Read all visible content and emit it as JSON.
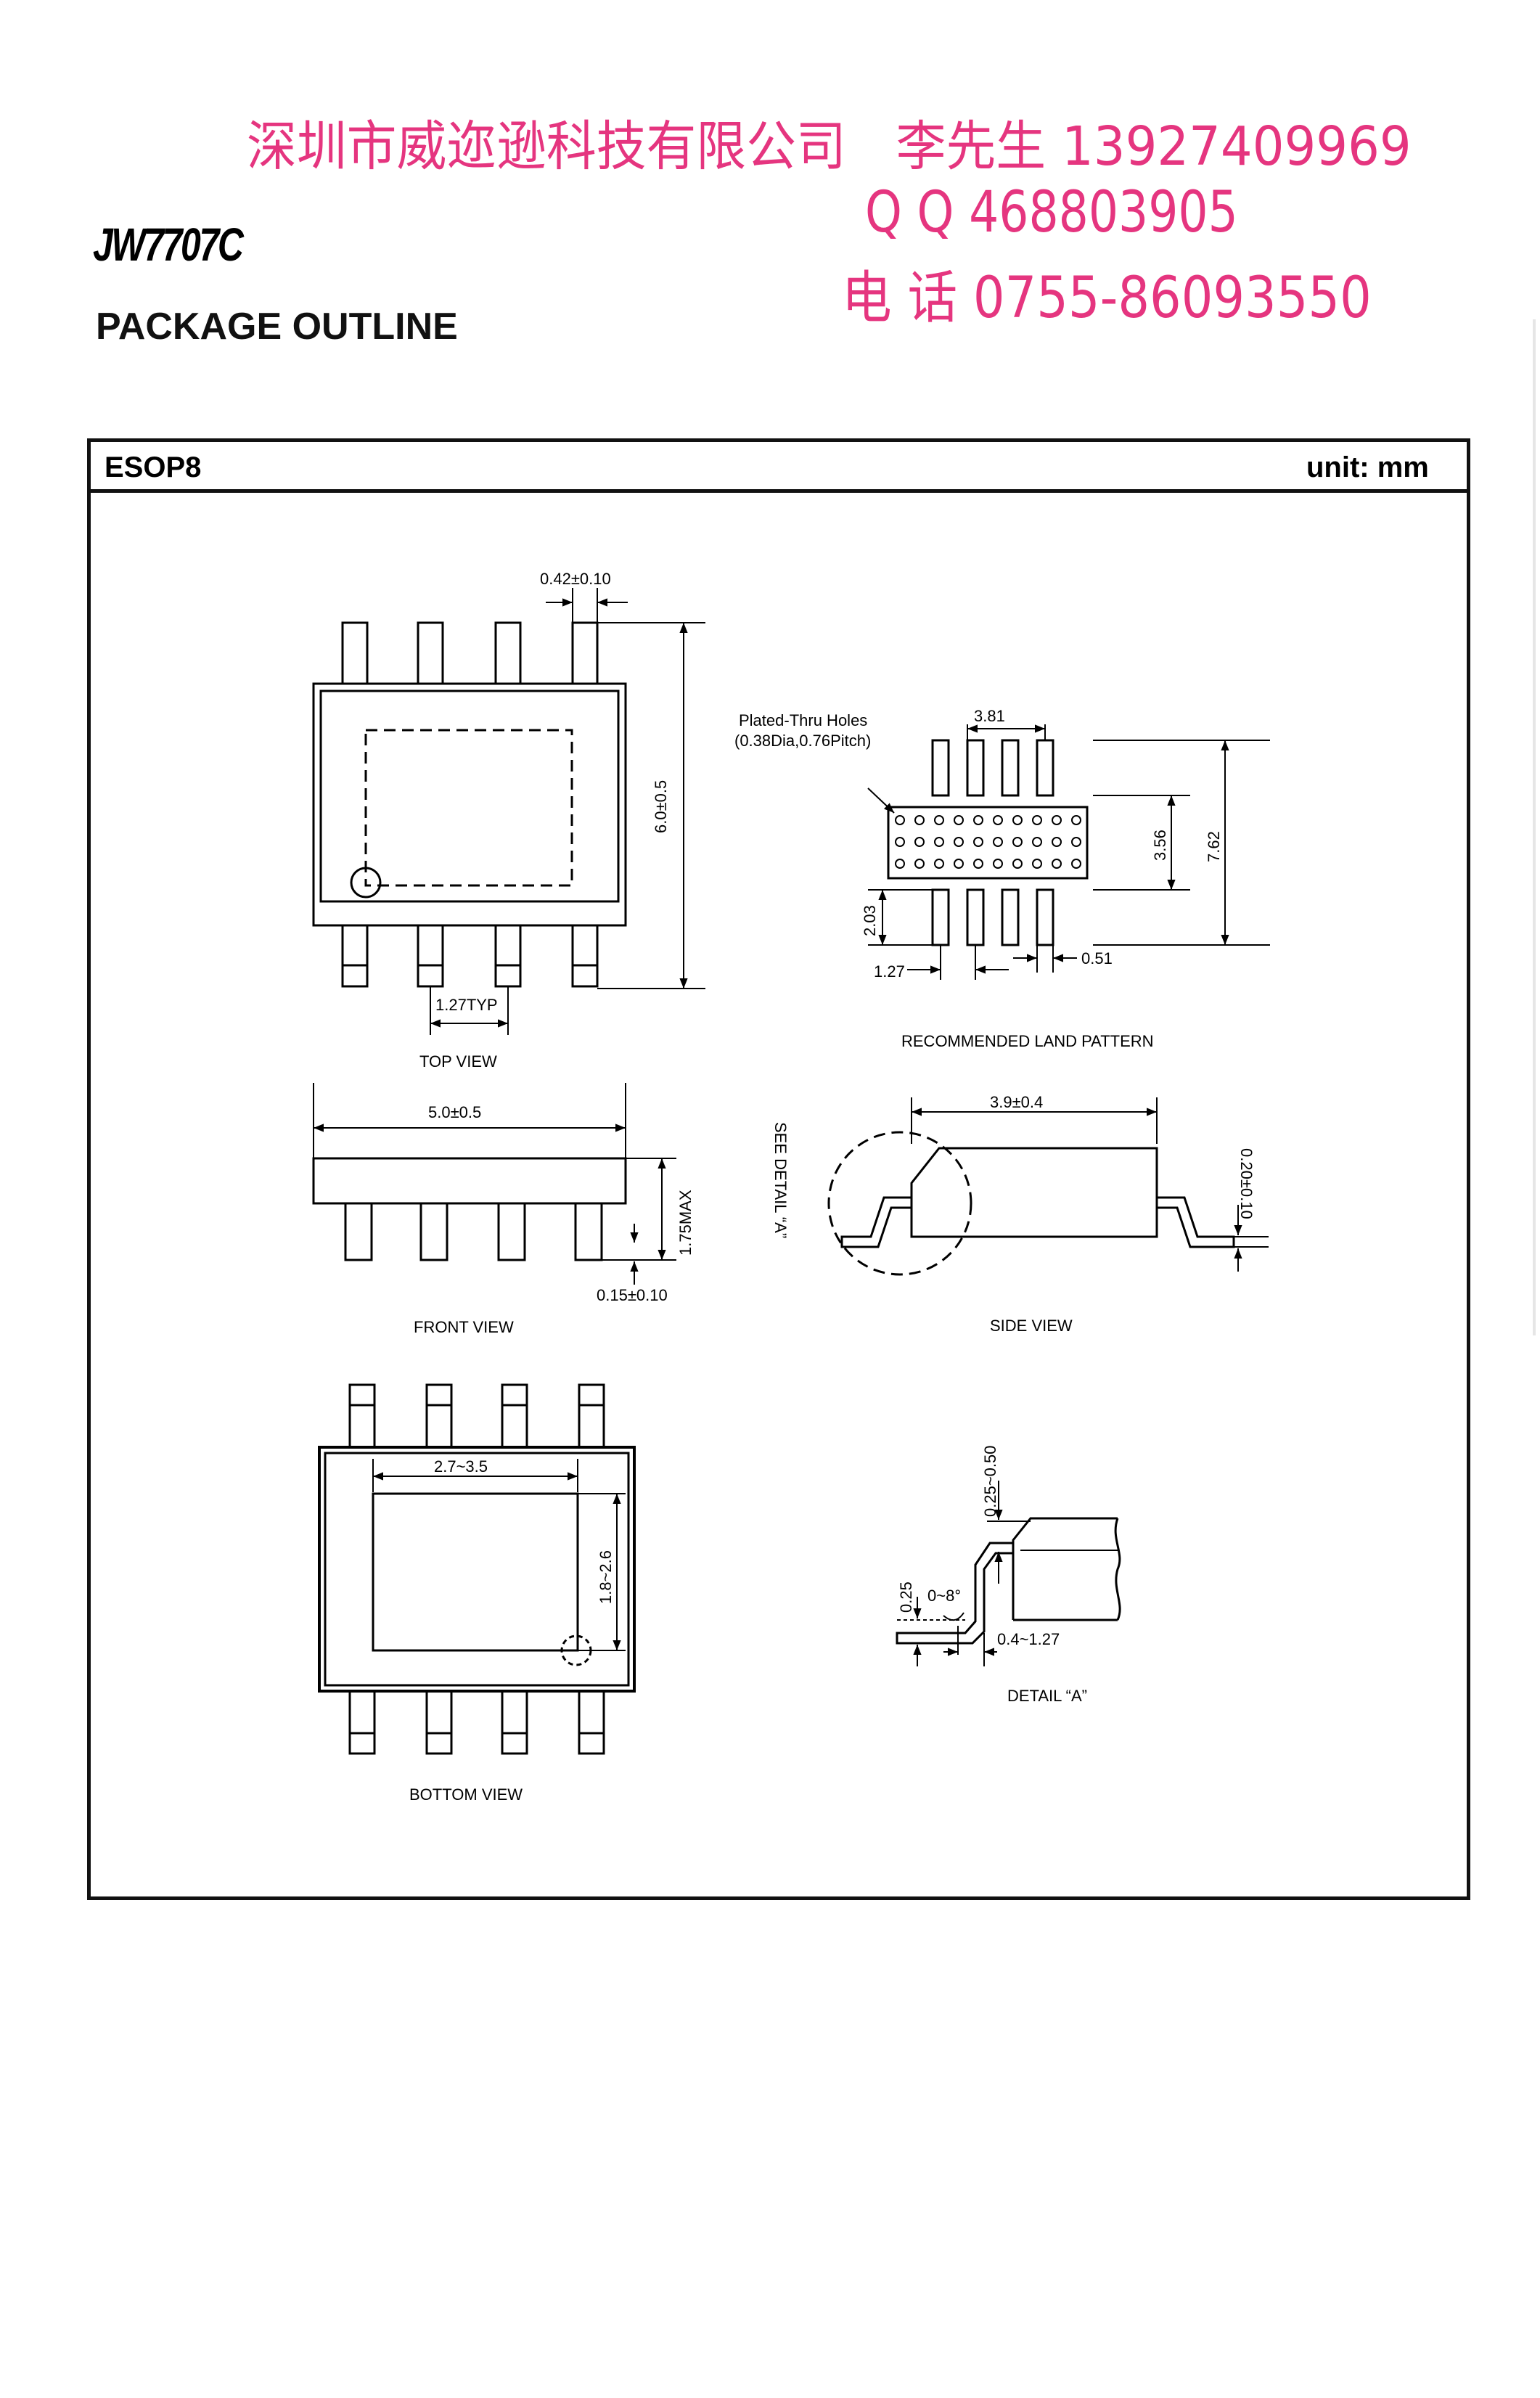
{
  "contact": {
    "line1": "深圳市威迩逊科技有限公司　李先生 13927409969",
    "line2": "Q Q 468803905",
    "line3": "电 话 0755-86093550"
  },
  "doc": {
    "part_number": "JW7707C",
    "section_title": "PACKAGE OUTLINE",
    "package": "ESOP8",
    "unit": "unit: mm"
  },
  "views": {
    "top_view": {
      "caption": "TOP VIEW",
      "lead_width": "0.42±0.10",
      "overall_width": "6.0±0.5",
      "pitch": "1.27TYP"
    },
    "land_pattern": {
      "caption": "RECOMMENDED LAND PATTERN",
      "holes_line1": "Plated-Thru Holes",
      "holes_line2": "(0.38Dia,0.76Pitch)",
      "pad_span": "3.81",
      "pad_gap": "3.56",
      "total": "7.62",
      "pad_length": "2.03",
      "pitch": "1.27",
      "pad_width": "0.51"
    },
    "front_view": {
      "caption": "FRONT VIEW",
      "body_length": "5.0±0.5",
      "max_height": "1.75MAX",
      "standoff": "0.15±0.10"
    },
    "side_view": {
      "caption": "SIDE VIEW",
      "see_detail": "SEE DETAIL “A”",
      "body_width": "3.9±0.4",
      "lead_thickness": "0.20±0.10"
    },
    "bottom_view": {
      "caption": "BOTTOM  VIEW",
      "pad_width": "2.7~3.5",
      "pad_height": "1.8~2.6"
    },
    "detail_a": {
      "caption": "DETAIL “A”",
      "chamfer": "0.25~0.50",
      "gauge": "0.25",
      "angle": "0~8°",
      "foot_length": "0.4~1.27"
    }
  }
}
